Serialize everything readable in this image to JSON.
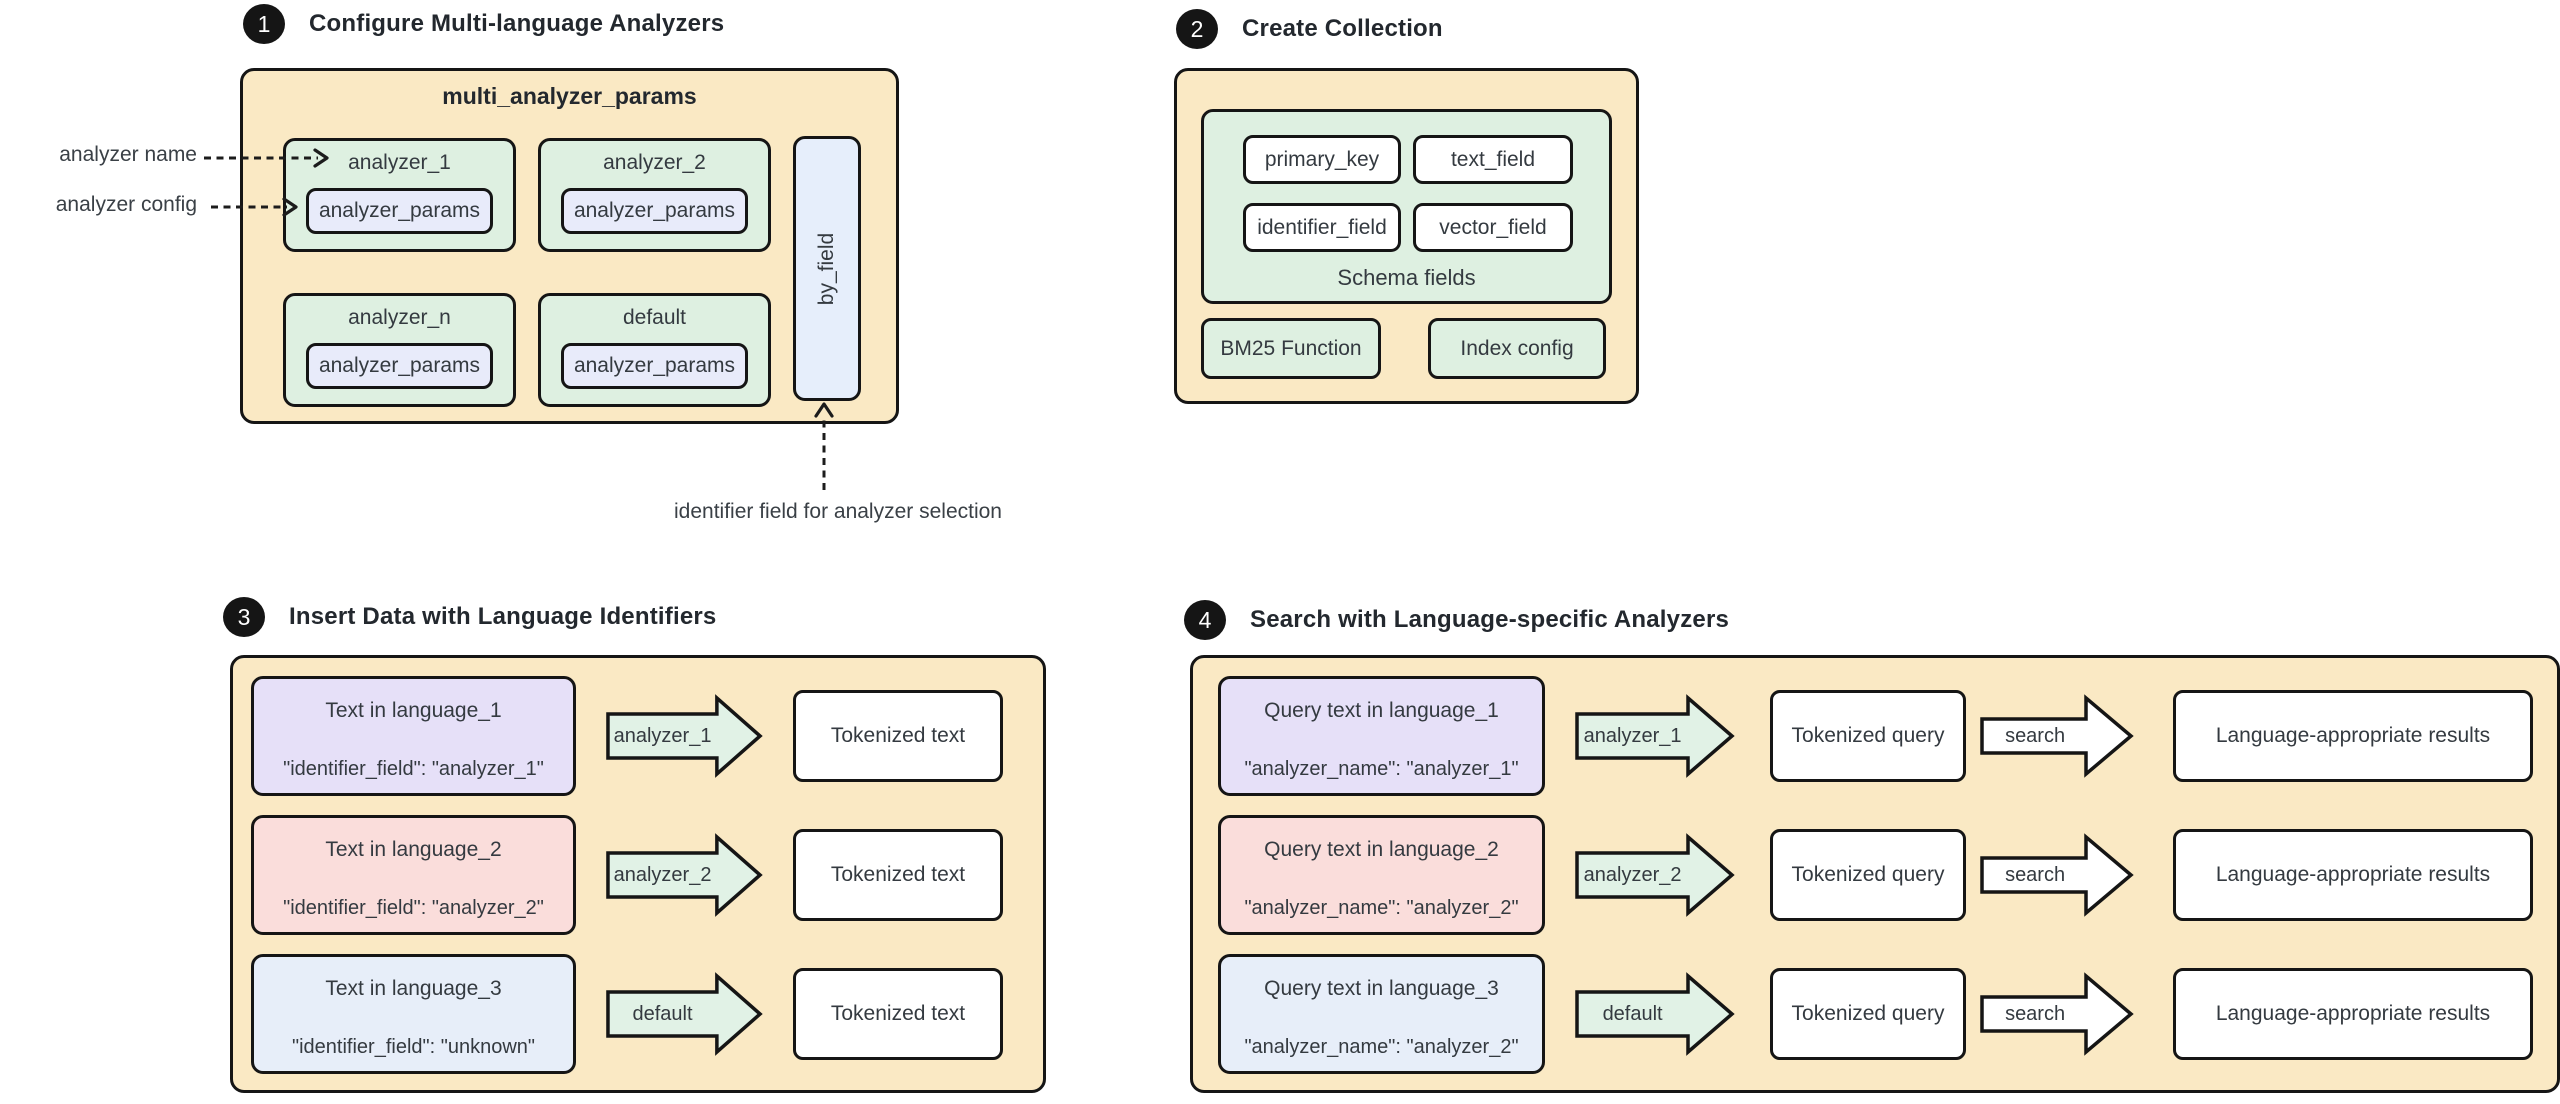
{
  "colors": {
    "panel_bg": "#FAE9C4",
    "card_green": "#DEF0E1",
    "arrow_green": "#E1F2E6",
    "lavender": "#E8EBFA",
    "byfield_blue": "#E6EEFB",
    "purple": "#E6E0F8",
    "pink": "#FADDDB",
    "lightblue": "#E7EEF9",
    "line": "#151515",
    "ink": "#343A40",
    "title_ink": "#23282E"
  },
  "step1": {
    "badge": "1",
    "title": "Configure Multi-language Analyzers",
    "panel_title": "multi_analyzer_params",
    "analyzers": [
      {
        "name": "analyzer_1",
        "params_label": "analyzer_params"
      },
      {
        "name": "analyzer_2",
        "params_label": "analyzer_params"
      },
      {
        "name": "analyzer_n",
        "params_label": "analyzer_params"
      },
      {
        "name": "default",
        "params_label": "analyzer_params"
      }
    ],
    "by_field_label": "by_field",
    "callouts": {
      "name": "analyzer name",
      "config": "analyzer config"
    },
    "note": "identifier field for analyzer selection"
  },
  "step2": {
    "badge": "2",
    "title": "Create Collection",
    "schema": {
      "fields": [
        "primary_key",
        "text_field",
        "identifier_field",
        "vector_field"
      ],
      "label": "Schema fields"
    },
    "bm25_label": "BM25 Function",
    "index_label": "Index config"
  },
  "step3": {
    "badge": "3",
    "title": "Insert Data with Language Identifiers",
    "rows": [
      {
        "title": "Text in language_1",
        "json": "\"identifier_field\": \"analyzer_1\"",
        "arrow": "analyzer_1",
        "output": "Tokenized text"
      },
      {
        "title": "Text in language_2",
        "json": "\"identifier_field\": \"analyzer_2\"",
        "arrow": "analyzer_2",
        "output": "Tokenized text"
      },
      {
        "title": "Text in language_3",
        "json": "\"identifier_field\": \"unknown\"",
        "arrow": "default",
        "output": "Tokenized text"
      }
    ]
  },
  "step4": {
    "badge": "4",
    "title": "Search with Language-specific Analyzers",
    "rows": [
      {
        "title": "Query text in language_1",
        "json": "\"analyzer_name\": \"analyzer_1\"",
        "arrow": "analyzer_1",
        "tokenized": "Tokenized query",
        "search": "search",
        "result": "Language-appropriate results"
      },
      {
        "title": "Query text in language_2",
        "json": "\"analyzer_name\": \"analyzer_2\"",
        "arrow": "analyzer_2",
        "tokenized": "Tokenized query",
        "search": "search",
        "result": "Language-appropriate results"
      },
      {
        "title": "Query text in language_3",
        "json": "\"analyzer_name\": \"analyzer_2\"",
        "arrow": "default",
        "tokenized": "Tokenized query",
        "search": "search",
        "result": "Language-appropriate results"
      }
    ]
  }
}
